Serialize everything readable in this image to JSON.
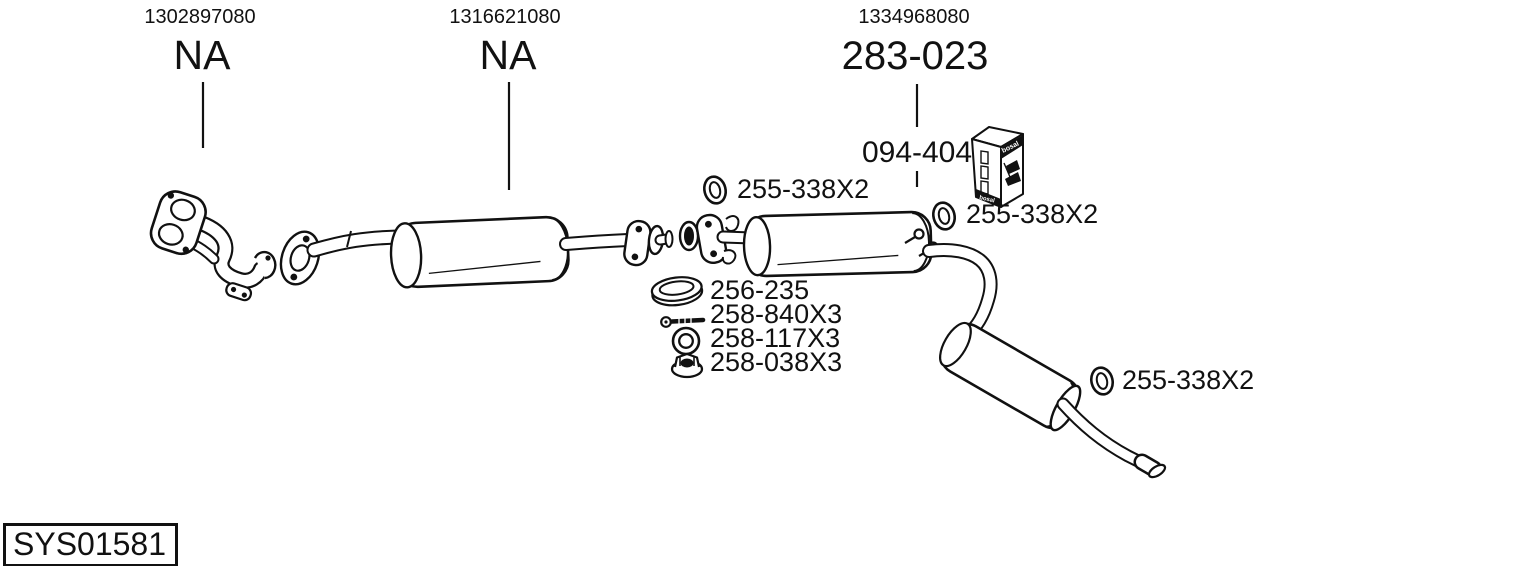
{
  "page": {
    "background": "#ffffff",
    "line_color": "#111111"
  },
  "diagram": {
    "system_code": "SYS01581",
    "top_parts": [
      {
        "oe_ref": "1302897080",
        "part_code": "NA"
      },
      {
        "oe_ref": "1316621080",
        "part_code": "NA"
      },
      {
        "oe_ref": "1334968080",
        "part_code": "283-023"
      }
    ],
    "fitting_kit": {
      "part_code": "094-404",
      "brand": "bosal",
      "icon": "bosal-box-icon"
    },
    "hanger_labels": [
      {
        "part_code": "255-338X2",
        "icon": "rubber-ring-icon"
      },
      {
        "part_code": "255-338X2",
        "icon": "rubber-ring-icon"
      },
      {
        "part_code": "255-338X2",
        "icon": "rubber-ring-icon"
      }
    ],
    "small_parts": [
      {
        "part_code": "256-235",
        "icon": "gasket-ring-icon"
      },
      {
        "part_code": "258-840X3",
        "icon": "bolt-icon"
      },
      {
        "part_code": "258-117X3",
        "icon": "washer-icon"
      },
      {
        "part_code": "258-038X3",
        "icon": "nut-icon"
      }
    ]
  }
}
